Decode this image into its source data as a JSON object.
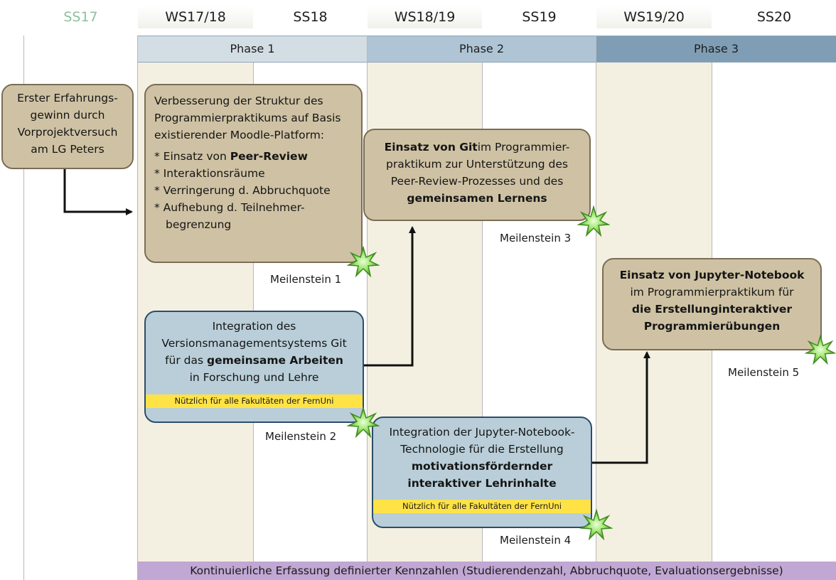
{
  "semesters": [
    "SS17",
    "WS17/18",
    "SS18",
    "WS18/19",
    "SS19",
    "WS19/20",
    "SS20"
  ],
  "phases": [
    "Phase 1",
    "Phase 2",
    "Phase 3"
  ],
  "phase_colors": [
    "#d3dde4",
    "#afc5d5",
    "#7f9eb6"
  ],
  "boxes": {
    "pre": {
      "lines": [
        "Erster Erfahrungs-",
        "gewinn durch",
        "Vorprojektversuch",
        "am LG Peters"
      ]
    },
    "m1": {
      "intro": [
        "Verbesserung der Struktur des",
        "Programmierpraktikums auf Basis",
        "existierender Moodle-Platform:"
      ],
      "bullet1_pre": "* Einsatz von ",
      "bullet1_bold": "Peer-Review",
      "bullets": [
        "* Interaktionsräume",
        "* Verringerung d.  Abbruchquote",
        "* Aufhebung d. Teilnehmer-",
        "   begrenzung"
      ]
    },
    "m2": {
      "lines": [
        "Integration des",
        "Versionsmanagementsystems Git"
      ],
      "line3_pre": "für das ",
      "line3_bold": "gemeinsame Arbeiten",
      "line4": "in Forschung und Lehre",
      "note": "Nützlich für alle Fakultäten der FernUni"
    },
    "m3": {
      "line1_bold": "Einsatz von Git",
      "line1_rest": "im Programmier-",
      "lines": [
        "praktikum zur Unterstützung des",
        "Peer-Review-Prozesses und des"
      ],
      "line4_bold": "gemeinsamen Lernens"
    },
    "m4": {
      "lines": [
        "Integration der Jupyter-Notebook-",
        "Technologie für die Erstellung"
      ],
      "bold_lines": [
        "motivationsfördernder",
        "interaktiver Lehrinhalte"
      ],
      "note": "Nützlich für alle Fakultäten der FernUni"
    },
    "m5": {
      "line1_bold": "Einsatz von Jupyter-Notebook",
      "line2": "im Programmierpraktikum für",
      "bold_lines": [
        "die Erstellunginteraktiver",
        "Programmierübungen"
      ]
    }
  },
  "milestones": [
    "Meilenstein  1",
    "Meilenstein 2",
    "Meilenstein 3",
    "Meilenstein 4",
    "Meilenstein 5"
  ],
  "footer": "Kontinuierliche Erfassung definierter Kennzahlen (Studierendenzahl, Abbruchquote, Evaluationsergebnisse)"
}
